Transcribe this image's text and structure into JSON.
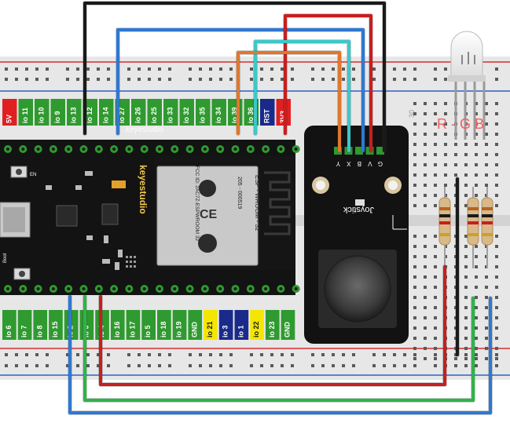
{
  "pins_top": [
    "5V",
    "io 11",
    "io 10",
    "io 9",
    "io 13",
    "io 12",
    "io 14",
    "io 27",
    "io 26",
    "io 25",
    "io 33",
    "io 32",
    "io 35",
    "io 34",
    "io 39",
    "io 36",
    "RST",
    "3V3"
  ],
  "pins_bottom": [
    "io 6",
    "io 7",
    "io 8",
    "io 15",
    "io 2",
    "io 0",
    "io 4",
    "io 16",
    "io 17",
    "io 5",
    "io 18",
    "io 19",
    "GND",
    "io 21",
    "io 3",
    "io 1",
    "io 22",
    "io 23",
    "GND"
  ],
  "board": {
    "brand": "keyestudio",
    "watermark": "keyestudio",
    "module_name": "ESP - WROOM - 32",
    "fcc": "FCC ID: 2AC7Z-ESPWROOM 32",
    "cert": "205 - 000519",
    "btn_en": "EN",
    "btn_boot": "Boot"
  },
  "joystick": {
    "label": "Joystick",
    "pins": [
      "Y",
      "X",
      "B",
      "V",
      "G"
    ]
  },
  "breadboard": {
    "col_number": "30"
  },
  "led": {
    "label": "R - G B"
  },
  "colors": {
    "wire_black": "#1a1a1a",
    "wire_blue": "#2f78d2",
    "wire_red": "#c81e1e",
    "wire_cyan": "#3cc8c8",
    "wire_orange": "#e0772a",
    "wire_green": "#2db44a",
    "pin_green": "#2f9a2f",
    "pin_yellow": "#f4e600",
    "pin_red": "#e02020",
    "pin_navy": "#1a2a8a"
  }
}
